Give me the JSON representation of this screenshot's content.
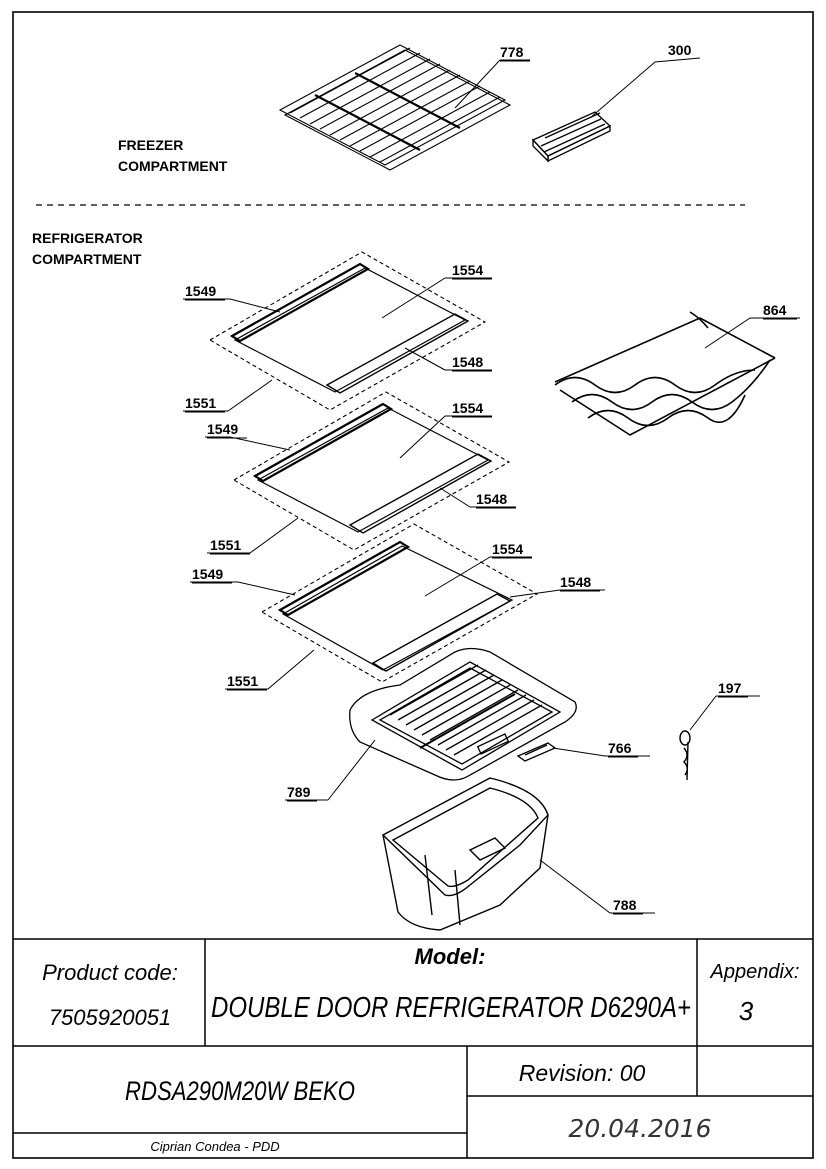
{
  "sections": {
    "freezer": [
      "FREEZER",
      "COMPARTMENT"
    ],
    "refrigerator": [
      "REFRIGERATOR",
      "COMPARTMENT"
    ]
  },
  "parts": {
    "p778": "778",
    "p300": "300",
    "p1554a": "1554",
    "p1549a": "1549",
    "p1548a": "1548",
    "p1551a": "1551",
    "p864": "864",
    "p1554b": "1554",
    "p1549b": "1549",
    "p1548b": "1548",
    "p1551b": "1551",
    "p1554c": "1554",
    "p1549c": "1549",
    "p1548c": "1548",
    "p1551c": "1551",
    "p197": "197",
    "p766": "766",
    "p789": "789",
    "p788": "788"
  },
  "title_block": {
    "product_code_label": "Product code:",
    "product_code": "7505920051",
    "model_label": "Model:",
    "model": "DOUBLE DOOR REFRIGERATOR D6290A+",
    "appendix_label": "Appendix:",
    "appendix": "3",
    "product_name": "RDSA290M20W BEKO",
    "revision": "Revision: 00",
    "author": "Ciprian Condea - PDD",
    "date": "20.04.2016"
  }
}
